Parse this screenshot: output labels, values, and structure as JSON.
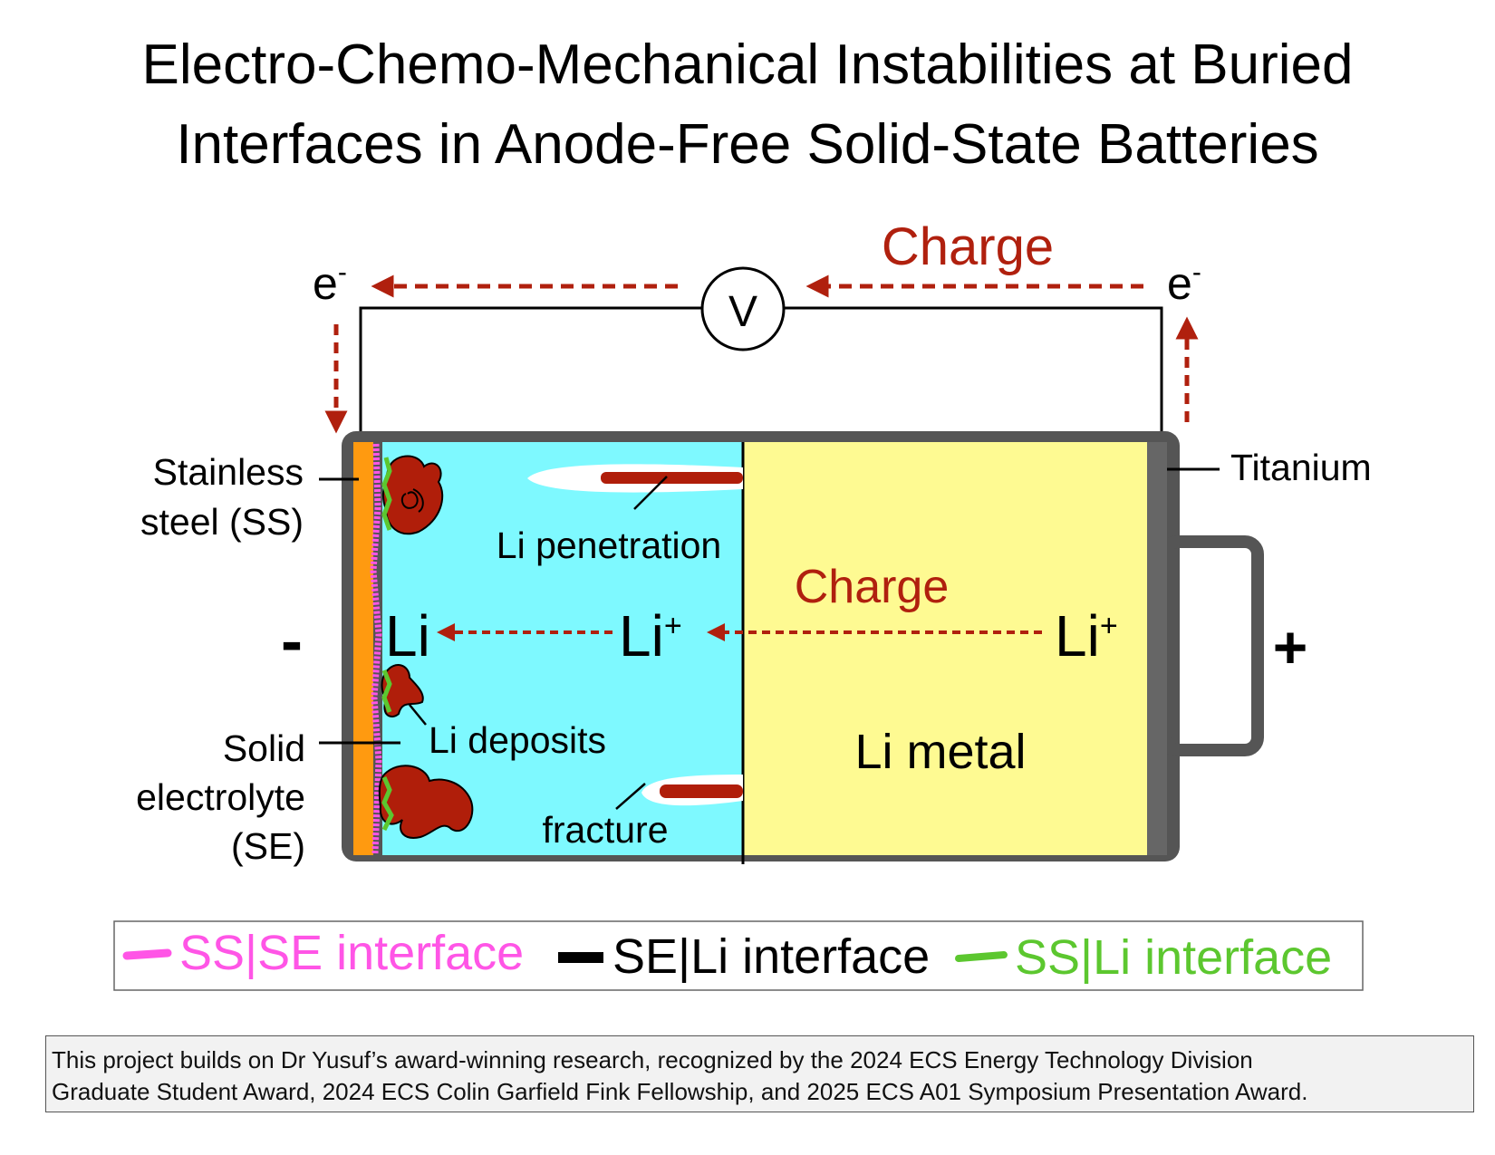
{
  "title": {
    "line1": "Electro-Chemo-Mechanical Instabilities at Buried",
    "line2": "Interfaces in Anode-Free Solid-State Batteries"
  },
  "circuit": {
    "charge_label": "Charge",
    "electron_left": "e",
    "electron_right": "e",
    "electron_charge": "-",
    "voltmeter_label": "V"
  },
  "labels": {
    "stainless_steel_line1": "Stainless",
    "stainless_steel_line2": "steel (SS)",
    "titanium": "Titanium",
    "solid_electrolyte_line1": "Solid",
    "solid_electrolyte_line2": "electrolyte",
    "solid_electrolyte_line3": "(SE)",
    "li_penetration": "Li penetration",
    "li_deposits": "Li deposits",
    "fracture": "fracture",
    "li_metal": "Li metal",
    "inner_charge": "Charge",
    "li": "Li",
    "li_ion_base": "Li",
    "li_ion_sup": "+",
    "negative_terminal": "-",
    "positive_terminal": "+"
  },
  "legend": {
    "items": [
      {
        "label": "SS|SE interface",
        "color": "#ff55e6"
      },
      {
        "label": "SE|Li interface",
        "color": "#000000"
      },
      {
        "label": "SS|Li interface",
        "color": "#5cc72f"
      }
    ]
  },
  "note": {
    "line1": "This project builds on Dr Yusuf’s award-winning research, recognized by the 2024 ECS Energy Technology Division",
    "line2": "Graduate Student Award, 2024 ECS Colin Garfield Fink Fellowship, and 2025 ECS A01 Symposium Presentation Award."
  },
  "colors": {
    "arrow": "#b0200e",
    "electrolyte": "#7ef9ff",
    "li_metal_fill": "#fefa92",
    "stainless_steel": "#ff9a10",
    "casing": "#555555",
    "li_deposit": "#b01e0a"
  }
}
